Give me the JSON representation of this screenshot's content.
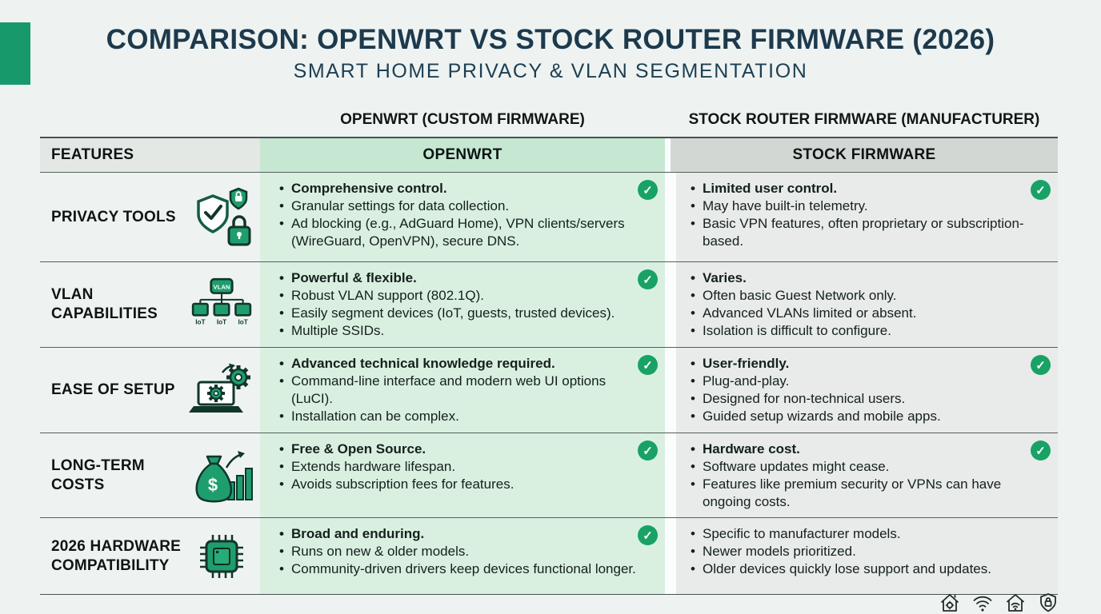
{
  "page": {
    "title": "COMPARISON: OPENWRT VS STOCK ROUTER FIRMWARE (2026)",
    "subtitle": "SMART HOME PRIVACY & VLAN SEGMENTATION"
  },
  "banners": {
    "openwrt": "OPENWRT (CUSTOM FIRMWARE)",
    "stock": "STOCK ROUTER FIRMWARE (MANUFACTURER)"
  },
  "table_headers": {
    "features": "FEATURES",
    "openwrt": "OPENWRT",
    "stock": "STOCK FIRMWARE"
  },
  "rows": [
    {
      "feature": "PRIVACY TOOLS",
      "icon": "privacy-shield-icon",
      "openwrt": {
        "check": true,
        "bullets": [
          {
            "text": "Comprehensive control.",
            "bold": true
          },
          {
            "text": "Granular settings for data collection.",
            "bold": false
          },
          {
            "text": "Ad blocking (e.g., AdGuard Home), VPN clients/servers (WireGuard, OpenVPN), secure DNS.",
            "bold": false
          }
        ]
      },
      "stock": {
        "check": true,
        "bullets": [
          {
            "text": "Limited user control.",
            "bold": true
          },
          {
            "text": "May have built-in telemetry.",
            "bold": false
          },
          {
            "text": "Basic VPN features, often proprietary or subscription-based.",
            "bold": false
          }
        ]
      }
    },
    {
      "feature": "VLAN CAPABILITIES",
      "icon": "vlan-network-icon",
      "openwrt": {
        "check": true,
        "bullets": [
          {
            "text": "Powerful & flexible.",
            "bold": true
          },
          {
            "text": "Robust VLAN support (802.1Q).",
            "bold": false
          },
          {
            "text": "Easily segment devices (IoT, guests, trusted devices).",
            "bold": false
          },
          {
            "text": "Multiple SSIDs.",
            "bold": false
          }
        ]
      },
      "stock": {
        "check": false,
        "bullets": [
          {
            "text": "Varies.",
            "bold": true
          },
          {
            "text": "Often basic Guest Network only.",
            "bold": false
          },
          {
            "text": "Advanced VLANs limited or absent.",
            "bold": false
          },
          {
            "text": "Isolation is difficult to configure.",
            "bold": false
          }
        ]
      }
    },
    {
      "feature": "EASE OF SETUP",
      "icon": "laptop-gears-icon",
      "openwrt": {
        "check": true,
        "bullets": [
          {
            "text": "Advanced technical knowledge required.",
            "bold": true
          },
          {
            "text": "Command-line interface and modern web UI options (LuCI).",
            "bold": false
          },
          {
            "text": "Installation can be complex.",
            "bold": false
          }
        ]
      },
      "stock": {
        "check": true,
        "bullets": [
          {
            "text": "User-friendly.",
            "bold": true
          },
          {
            "text": "Plug-and-play.",
            "bold": false
          },
          {
            "text": "Designed for non-technical users.",
            "bold": false
          },
          {
            "text": "Guided setup wizards and mobile apps.",
            "bold": false
          }
        ]
      }
    },
    {
      "feature": "LONG-TERM COSTS",
      "icon": "money-bag-chart-icon",
      "openwrt": {
        "check": true,
        "bullets": [
          {
            "text": "Free & Open Source.",
            "bold": true
          },
          {
            "text": "Extends hardware lifespan.",
            "bold": false
          },
          {
            "text": "Avoids subscription fees for features.",
            "bold": false
          }
        ]
      },
      "stock": {
        "check": true,
        "bullets": [
          {
            "text": "Hardware cost.",
            "bold": true
          },
          {
            "text": "Software updates might cease.",
            "bold": false
          },
          {
            "text": "Features like premium security or VPNs can have ongoing costs.",
            "bold": false
          }
        ]
      }
    },
    {
      "feature": "2026 HARDWARE COMPATIBILITY",
      "icon": "cpu-chip-icon",
      "openwrt": {
        "check": true,
        "bullets": [
          {
            "text": "Broad and enduring.",
            "bold": true
          },
          {
            "text": "Runs on new & older models.",
            "bold": false
          },
          {
            "text": "Community-driven drivers keep devices functional longer.",
            "bold": false
          }
        ]
      },
      "stock": {
        "check": false,
        "bullets": [
          {
            "text": "Specific to manufacturer models.",
            "bold": false
          },
          {
            "text": "Newer models prioritized.",
            "bold": false
          },
          {
            "text": "Older devices quickly lose support and updates.",
            "bold": false
          }
        ]
      }
    }
  ],
  "icons": {
    "vlan": {
      "label": "VLAN",
      "nodes": [
        "IoT",
        "IoT",
        "IoT"
      ]
    },
    "costs": {
      "currency": "$"
    },
    "footer": [
      "smart-home-icon",
      "wifi-icon",
      "home-wifi-icon",
      "shield-lock-icon"
    ]
  },
  "colors": {
    "accent_green": "#17996b",
    "icon_green": "#1f9e6d",
    "check_green": "#18a266",
    "title_text": "#1d3a4d",
    "openwrt_header_bg": "#c6e8d3",
    "openwrt_cell_bg": "#d9f0e1",
    "features_header_bg": "#e3e8e5",
    "stock_header_bg": "#d2d7d4",
    "stock_cell_bg": "#e8ebe9",
    "page_bg": "#eef3f1"
  }
}
